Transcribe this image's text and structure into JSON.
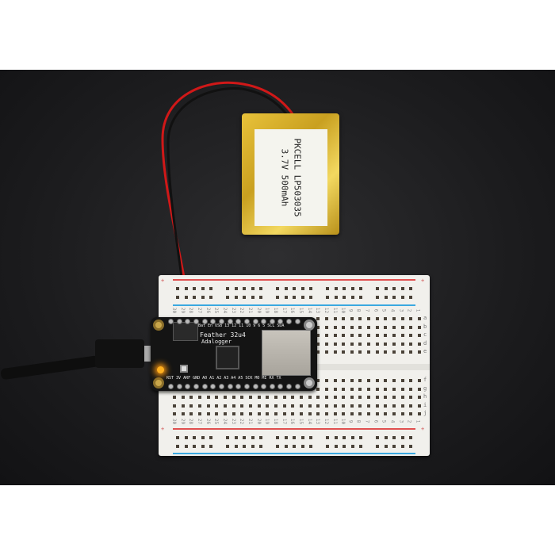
{
  "scene": "product-photo",
  "battery": {
    "line1": "PKCELL LP503035",
    "line2": "3.7V 500mAh",
    "color": "#d9b030"
  },
  "breadboard": {
    "row_letters_top": [
      "a",
      "b",
      "c",
      "d",
      "e"
    ],
    "row_letters_bottom": [
      "f",
      "g",
      "h",
      "i",
      "j"
    ],
    "column_numbers": [
      "1",
      "2",
      "3",
      "4",
      "5",
      "6",
      "7",
      "8",
      "9",
      "10",
      "11",
      "12",
      "13",
      "14",
      "15",
      "16",
      "17",
      "18",
      "19",
      "20",
      "21",
      "22",
      "23",
      "24",
      "25",
      "26",
      "27",
      "28",
      "29",
      "30"
    ],
    "rail_plus": "+",
    "rail_minus": "−",
    "red_rail_color": "#e05050",
    "blue_rail_color": "#3aa8e0"
  },
  "feather": {
    "name": "Feather 32u4",
    "subtitle": "Adalogger",
    "top_labels": "Bat En USB 13 12 11 10 9 6 5 SCL SDA",
    "bottom_labels": "RST 3V ARF GND A0 A1 A2 A3 A4 A5 SCK MO MI RX TX",
    "board_color": "#141414",
    "led_color": "#ffb020"
  }
}
